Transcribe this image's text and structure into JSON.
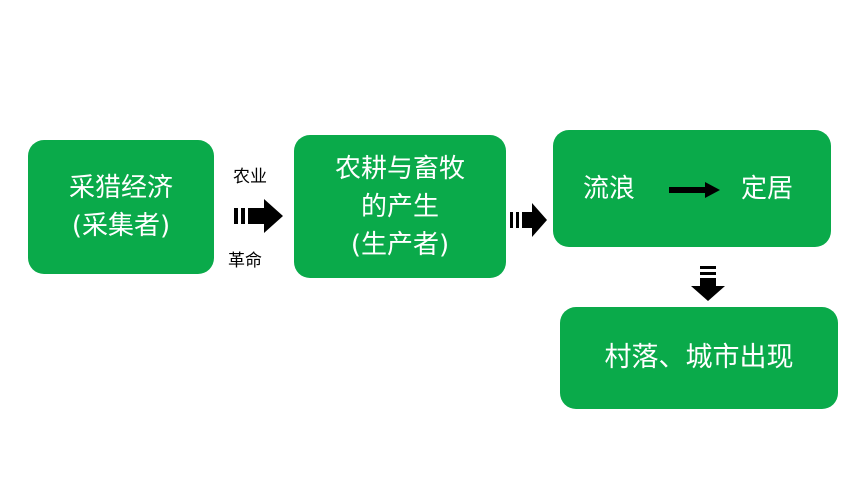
{
  "boxes": {
    "box1": {
      "line1": "采猎经济",
      "line2": "(采集者)"
    },
    "box2": {
      "line1": "农耕与畜牧",
      "line2": "的产生",
      "line3": "(生产者)"
    },
    "box3": {
      "left": "流浪",
      "right": "定居"
    },
    "box4": {
      "text": "村落、城市出现"
    }
  },
  "arrow_label": {
    "top": "农业",
    "bottom": "革命"
  },
  "colors": {
    "box_fill": "#0aaa4a",
    "box_text": "#ffffff",
    "arrow": "#000000"
  }
}
